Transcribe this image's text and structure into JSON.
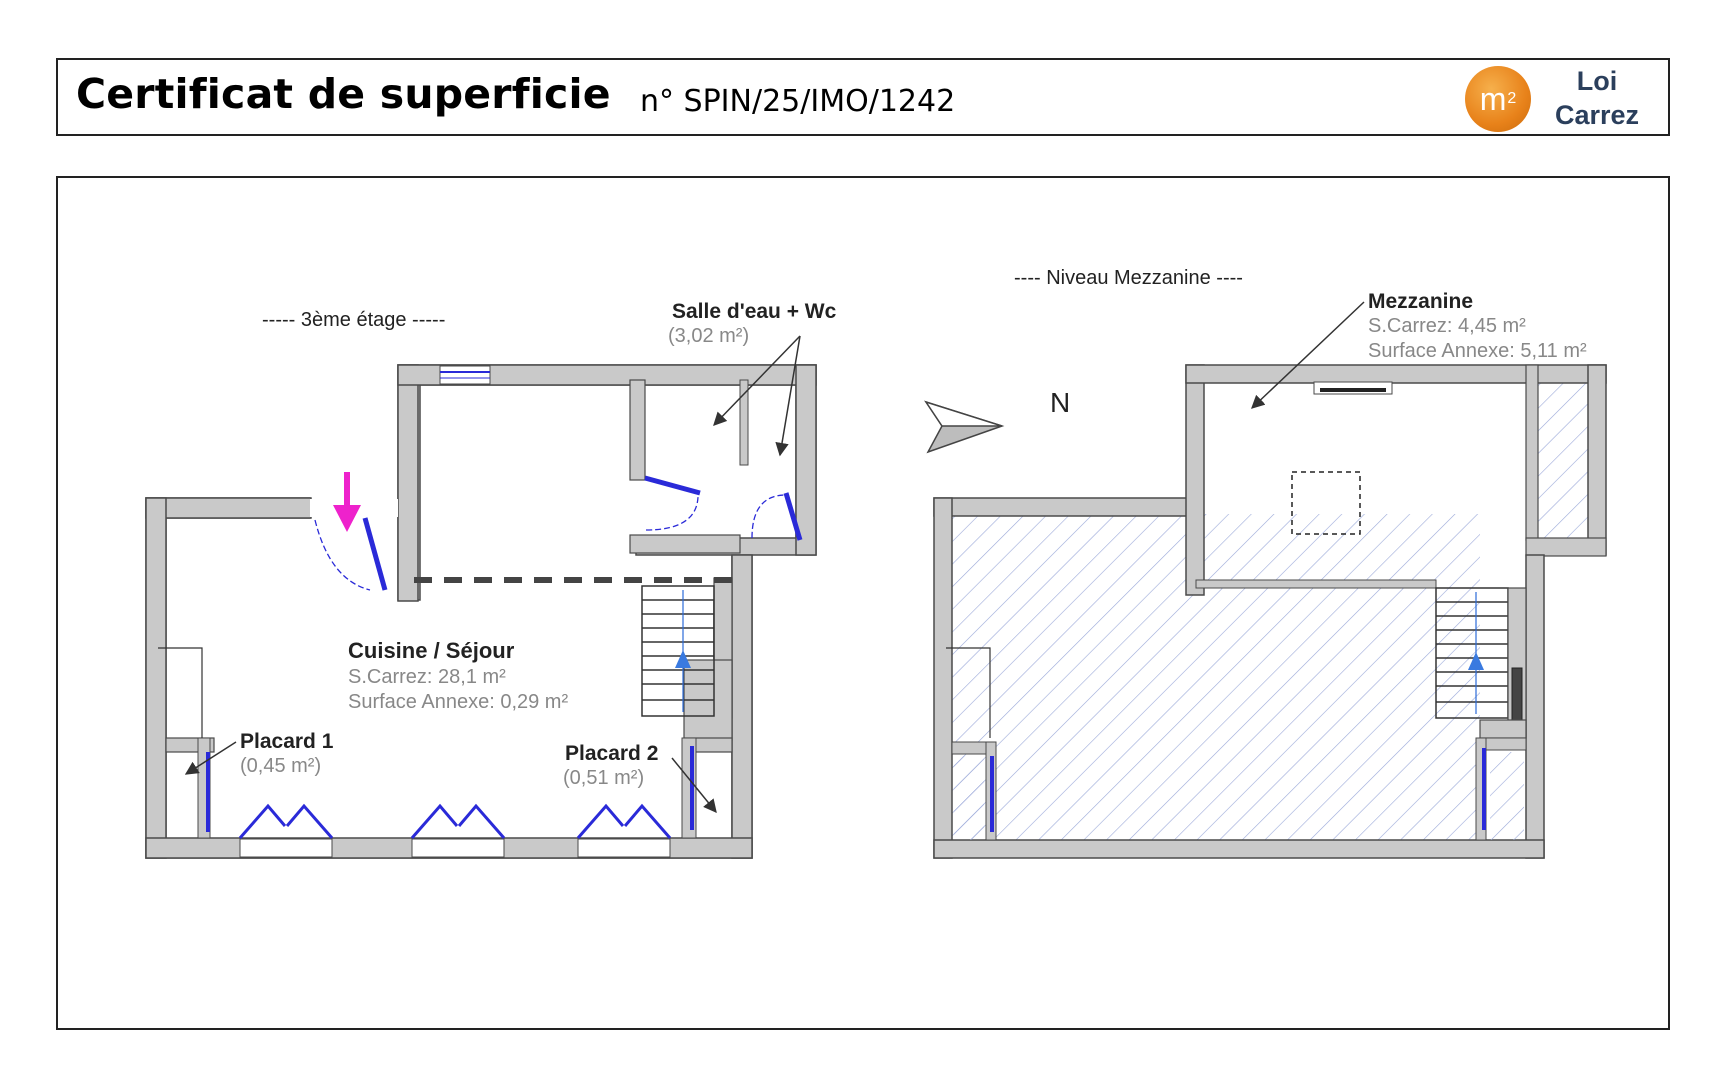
{
  "header": {
    "title": "Certificat de superficie",
    "cert_number": "n° SPIN/25/IMO/1242",
    "badge": {
      "base": "m",
      "exponent": "2",
      "color": "#ec8a1c"
    },
    "law": {
      "line1": "Loi",
      "line2": "Carrez",
      "color": "#2b3f5c"
    }
  },
  "plans": {
    "left_level": "----- 3ème étage -----",
    "right_level": "---- Niveau Mezzanine ----",
    "north": "N"
  },
  "rooms": {
    "salle_eau": {
      "name": "Salle d'eau + Wc",
      "area": "(3,02 m²)"
    },
    "cuisine": {
      "name": "Cuisine / Séjour",
      "carrez": "S.Carrez: 28,1 m²",
      "annexe": "Surface Annexe: 0,29 m²"
    },
    "placard1": {
      "name": "Placard 1",
      "area": "(0,45 m²)"
    },
    "placard2": {
      "name": "Placard 2",
      "area": "(0,51 m²)"
    },
    "mezzanine": {
      "name": "Mezzanine",
      "carrez": "S.Carrez: 4,45 m²",
      "annexe": "Surface Annexe: 5,11 m²"
    }
  },
  "colors": {
    "wall": "#c9c9c9",
    "wall_stroke": "#4a4a4a",
    "door": "#2a2ad8",
    "entry_arrow": "#ee22cc",
    "hatch": "#9aa8d8"
  }
}
